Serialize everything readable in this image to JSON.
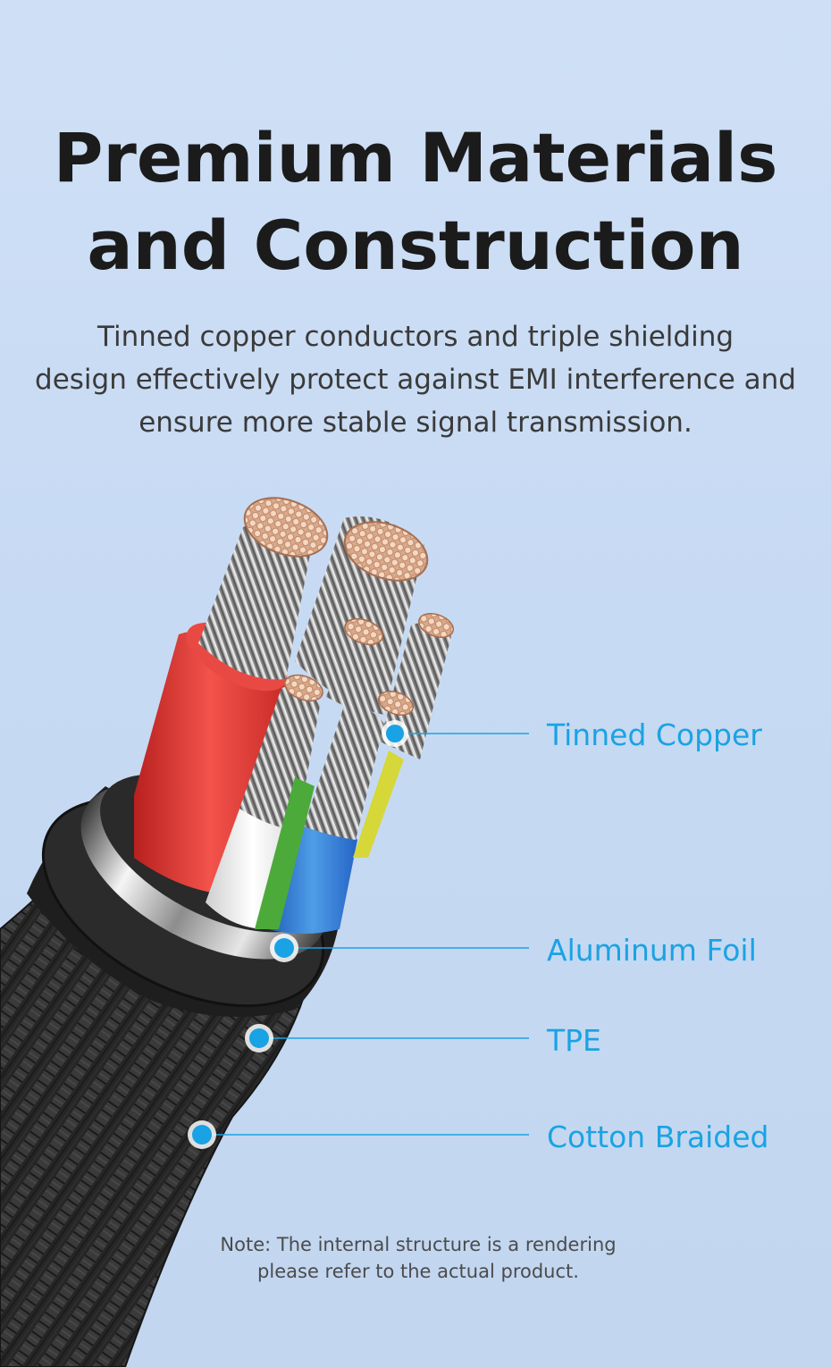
{
  "header": {
    "title_line1": "Premium Materials",
    "title_line2": "and Construction",
    "subtitle_line1": "Tinned copper conductors and triple shielding",
    "subtitle_line2": "design effectively protect against EMI interference and",
    "subtitle_line3": "ensure more stable signal transmission."
  },
  "callouts": [
    {
      "label": "Tinned Copper"
    },
    {
      "label": "Aluminum Foil"
    },
    {
      "label": "TPE"
    },
    {
      "label": "Cotton Braided"
    }
  ],
  "note": {
    "line1": "Note: The internal structure is a rendering",
    "line2": "please refer to the actual product."
  },
  "colors": {
    "accent": "#1aa3e3",
    "background": "#c7daf3",
    "title": "#1b1b1b"
  }
}
